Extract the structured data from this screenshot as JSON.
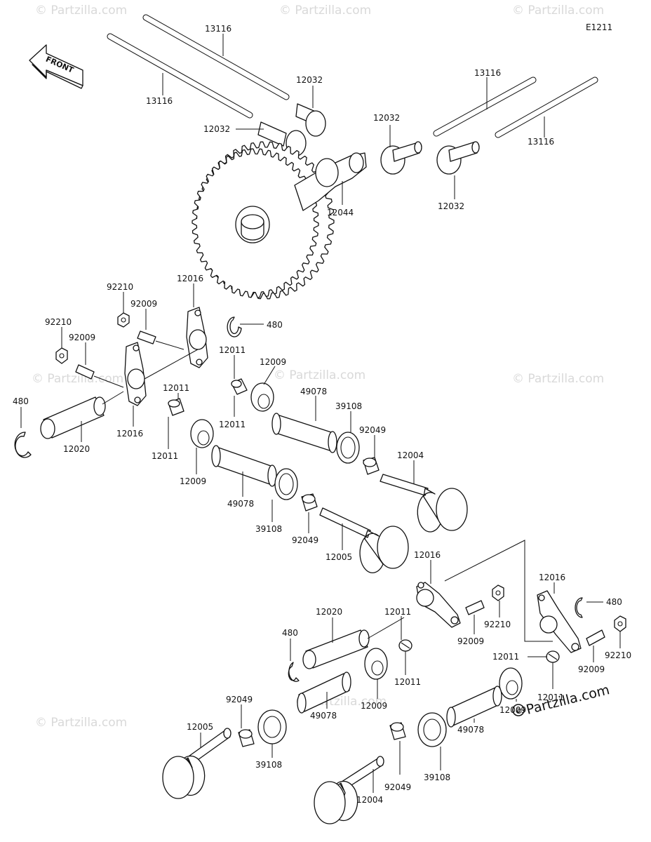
{
  "diagram_code": "E1211",
  "front_label": "FRONT",
  "watermark_text": "© Partzilla.com",
  "brand_logo": "Partzilla.com",
  "brand_logo_prefix": "©",
  "parts": {
    "p13116": "13116",
    "p12032": "12032",
    "p12044": "12044",
    "p12016": "12016",
    "p92210": "92210",
    "p92009": "92009",
    "p480": "480",
    "p12011": "12011",
    "p12020": "12020",
    "p12009": "12009",
    "p49078": "49078",
    "p39108": "39108",
    "p92049": "92049",
    "p12004": "12004",
    "p12005": "12005"
  },
  "colors": {
    "ink": "#111111",
    "watermark": "#d9d9d9",
    "background": "#ffffff"
  }
}
